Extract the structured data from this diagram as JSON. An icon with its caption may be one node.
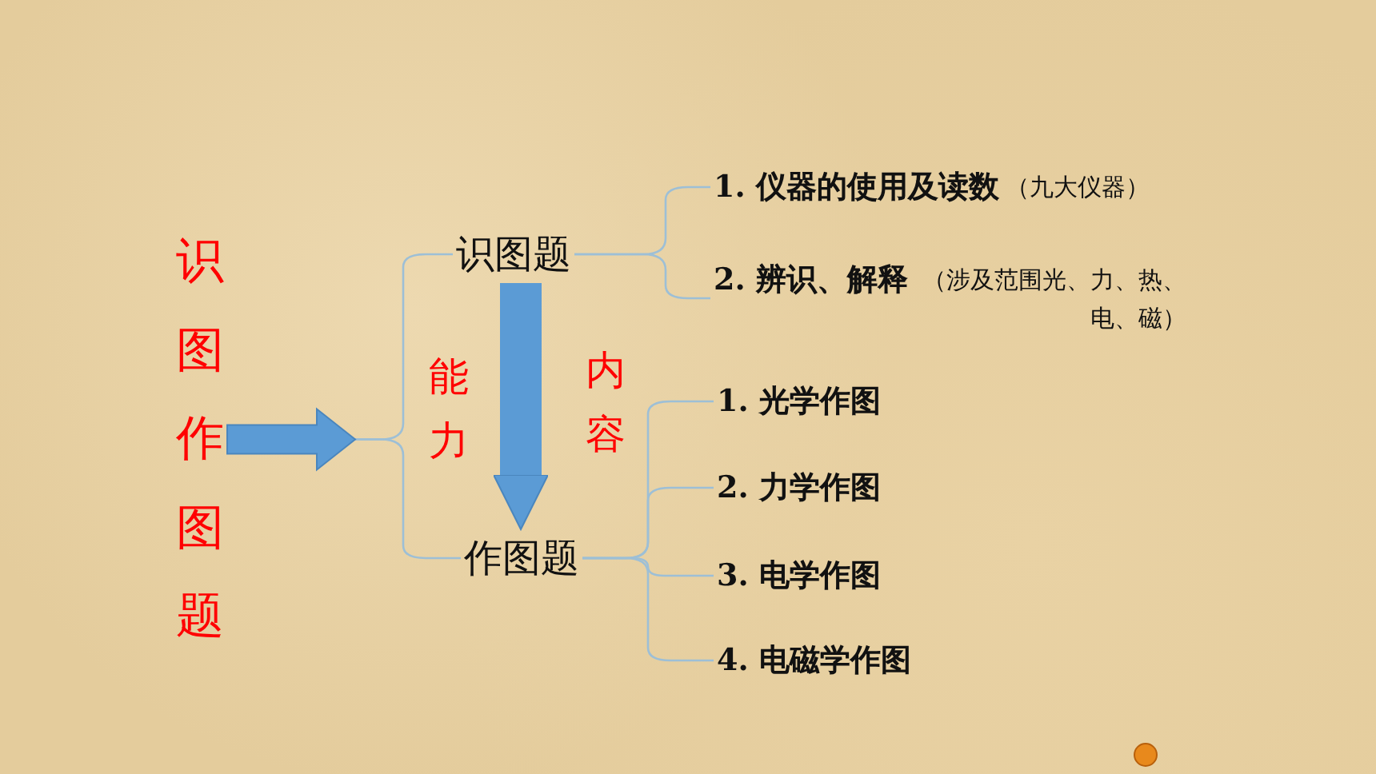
{
  "diagram": {
    "nodes": [
      {
        "text": [
          "识图作图题"
        ]
      },
      {
        "text": [
          "识图题"
        ]
      },
      {
        "text": [
          "作图题"
        ]
      },
      {
        "text": [
          "1. 仪器的使用及读数",
          "（九大仪器）"
        ]
      },
      {
        "text": [
          "2. 辨识、解释",
          "（涉及范围光、力、热、电、磁）"
        ]
      },
      {
        "text": [
          "1. 光学作图"
        ]
      },
      {
        "text": [
          "2. 力学作图"
        ]
      },
      {
        "text": [
          "3. 电学作图"
        ]
      },
      {
        "text": [
          "4. 电磁学作图"
        ]
      }
    ],
    "edges": [
      {
        "from": 0,
        "to": 1,
        "arrow": "none"
      },
      {
        "from": 0,
        "to": 2,
        "arrow": "none"
      },
      {
        "from": 1,
        "to": 2,
        "arrow": "to",
        "style": "thick"
      },
      {
        "from": 1,
        "to": 3,
        "arrow": "none"
      },
      {
        "from": 1,
        "to": 4,
        "arrow": "none"
      },
      {
        "from": 2,
        "to": 5,
        "arrow": "none"
      },
      {
        "from": 2,
        "to": 6,
        "arrow": "none"
      },
      {
        "from": 2,
        "to": 7,
        "arrow": "none"
      },
      {
        "from": 2,
        "to": 8,
        "arrow": "none"
      },
      {
        "from": 0,
        "to": null,
        "arrow": "to",
        "style": "thick"
      }
    ],
    "labels": [
      "能力",
      "内容"
    ]
  }
}
